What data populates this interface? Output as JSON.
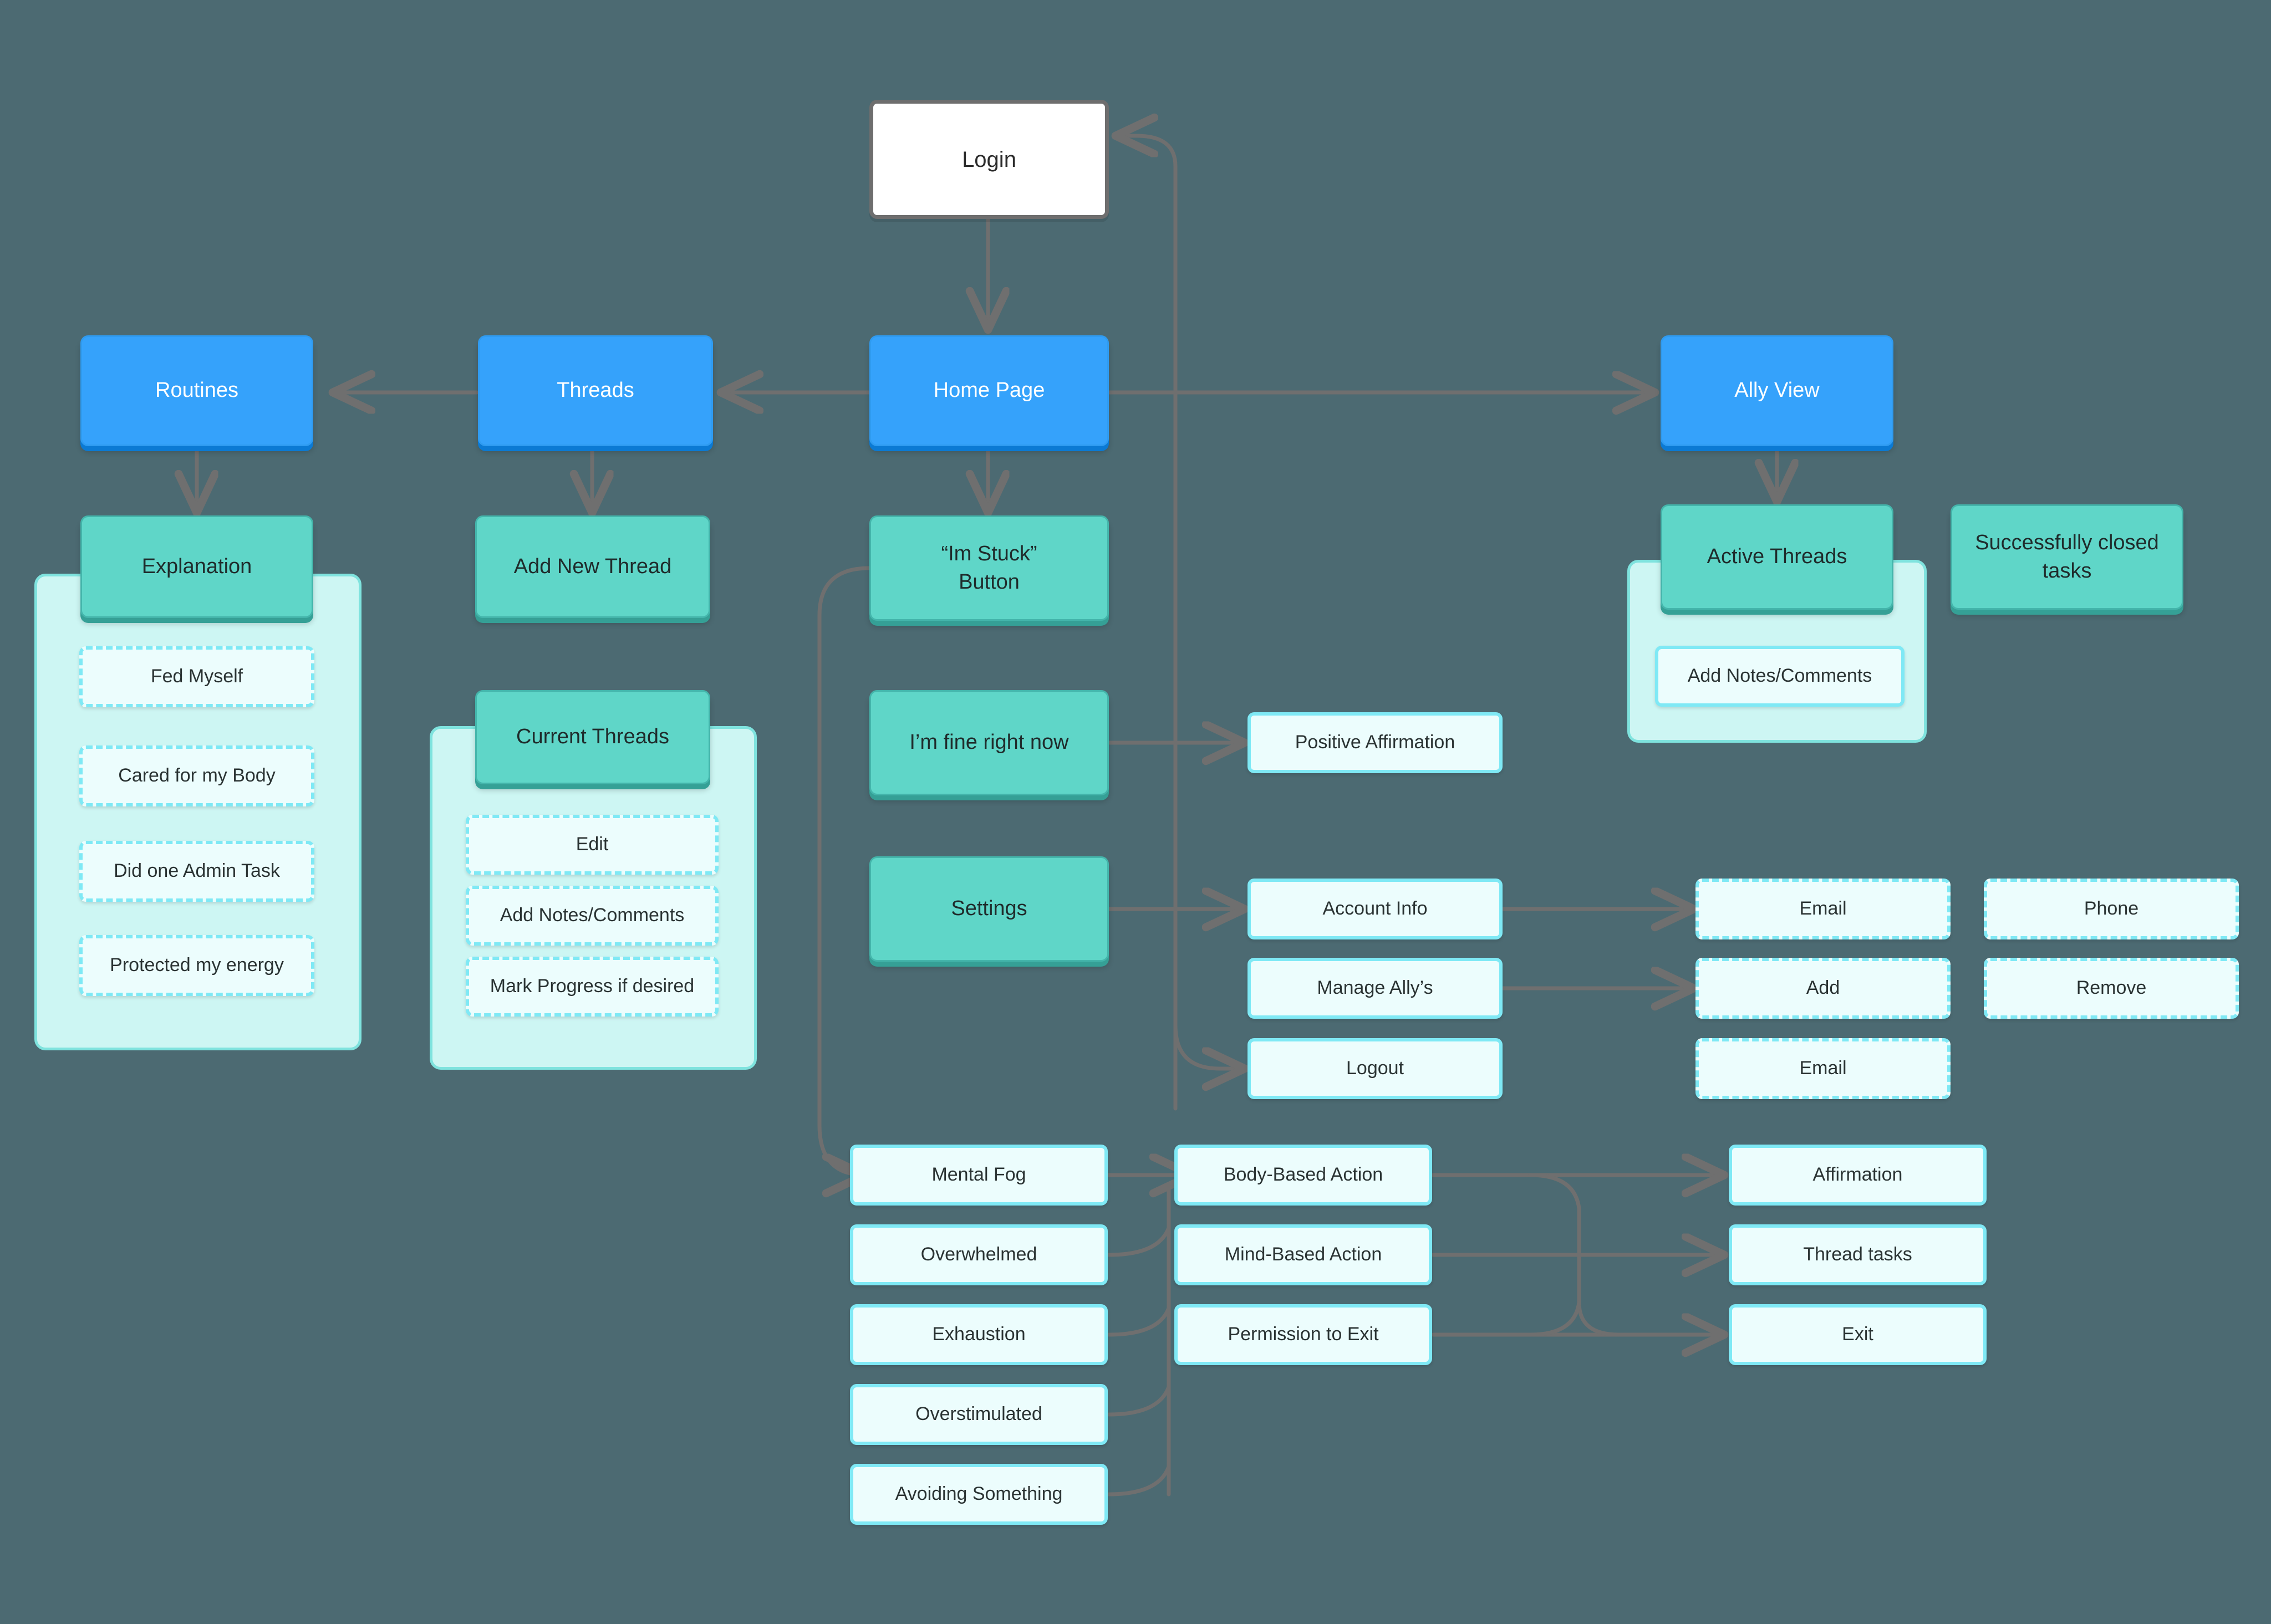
{
  "diagram": {
    "title": "App navigation flowchart",
    "background_color": "#4c6a72",
    "edge_color": "#6f6f6f",
    "palette": {
      "start": "#ffffff",
      "screen_blue": "#35a2fb",
      "feature_teal": "#5fd6c8",
      "panel_fill": "#cdf6f3",
      "item_fill": "#ecfdfd",
      "item_border": "#7fe9f5"
    }
  },
  "nodes": {
    "login": "Login",
    "home_page": "Home Page",
    "threads": "Threads",
    "routines": "Routines",
    "ally_view": "Ally View",
    "explanation": "Explanation",
    "add_new_thread": "Add New Thread",
    "current_threads": "Current Threads",
    "im_stuck_button": "“Im Stuck”\nButton",
    "im_fine_right_now": "I’m fine right now",
    "settings": "Settings",
    "active_threads": "Active Threads",
    "successfully_closed_tasks": "Successfully closed\ntasks",
    "ally_add_notes": "Add Notes/Comments",
    "positive_affirmation": "Positive Affirmation",
    "account_info": "Account Info",
    "manage_allys": "Manage Ally’s",
    "logout": "Logout",
    "account_email": "Email",
    "account_phone": "Phone",
    "ally_add": "Add",
    "ally_remove": "Remove",
    "logout_email": "Email"
  },
  "routines_items": [
    "Fed Myself",
    "Cared for my Body",
    "Did one Admin Task",
    "Protected my energy"
  ],
  "thread_items": [
    "Edit",
    "Add Notes/Comments",
    "Mark Progress if desired"
  ],
  "feelings": [
    "Mental Fog",
    "Overwhelmed",
    "Exhaustion",
    "Overstimulated",
    "Avoiding Something"
  ],
  "actions": [
    "Body-Based Action",
    "Mind-Based Action",
    "Permission to Exit"
  ],
  "outcomes": [
    "Affirmation",
    "Thread tasks",
    "Exit"
  ]
}
